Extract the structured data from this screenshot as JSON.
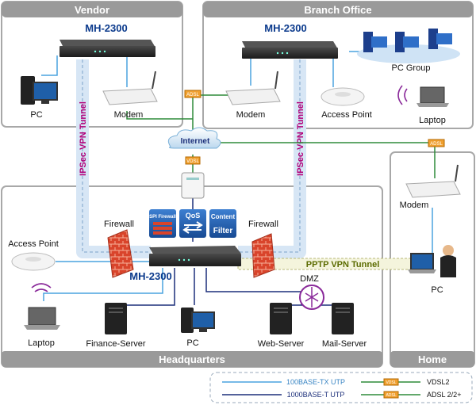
{
  "zones": {
    "vendor": "Vendor",
    "branch": "Branch Office",
    "hq": "Headquarters",
    "home": "Home"
  },
  "devices": {
    "mh_vendor": "MH-2300",
    "mh_branch": "MH-2300",
    "mh_hq": "MH-2300",
    "vendor_pc": "PC",
    "vendor_modem": "Modem",
    "branch_modem": "Modem",
    "branch_ap": "Access Point",
    "pc_group": "PC Group",
    "branch_laptop": "Laptop",
    "internet": "Internet",
    "hq_firewall_left": "Firewall",
    "hq_firewall_right": "Firewall",
    "hq_ap": "Access Point",
    "hq_laptop": "Laptop",
    "finance_server": "Finance-Server",
    "hq_pc": "PC",
    "web_server": "Web-Server",
    "mail_server": "Mail-Server",
    "dmz": "DMZ",
    "home_modem": "Modem",
    "home_pc": "PC"
  },
  "features": {
    "spi": "SPI Firewall",
    "qos": "QoS",
    "content": "Content",
    "filter": "Filter"
  },
  "tunnels": {
    "ipsec_left": "IPSec VPN Tunnel",
    "ipsec_right": "IPSec VPN Tunnel",
    "pptp": "PPTP VPN Tunnel"
  },
  "badges": {
    "adsl": "ADSL",
    "vdsl": "VDSL"
  },
  "legend": {
    "utp100": "100BASE-TX UTP",
    "utp1000": "1000BASE-T UTP",
    "vdsl2": "VDSL2",
    "adsl": "ADSL 2/2+",
    "vdsl_badge": "VDSL",
    "adsl_badge": "ADSL"
  },
  "colors": {
    "zone_border": "#a8a8a8",
    "zone_title_bg": "#9a9a9a",
    "line_100": "#4aa3df",
    "line_1000": "#1c2f7a",
    "line_vdsl": "#2e8b3a",
    "vpn_text": "#b3007a"
  }
}
